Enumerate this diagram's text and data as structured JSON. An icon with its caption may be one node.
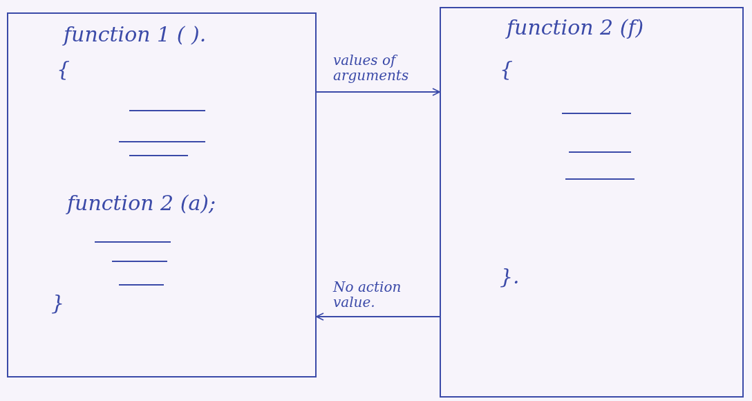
{
  "diagram": {
    "nodes": [
      {
        "text": [
          "function 1 ( ).",
          "{",
          "function 2 (a);",
          "}"
        ]
      },
      {
        "text": [
          "function 2 (f)",
          "{",
          "}."
        ]
      }
    ],
    "edges": [
      {
        "from": 0,
        "to": 1,
        "arrow": "to",
        "label": "values of arguments"
      },
      {
        "from": 1,
        "to": 0,
        "arrow": "to",
        "label": "No action value."
      }
    ]
  }
}
